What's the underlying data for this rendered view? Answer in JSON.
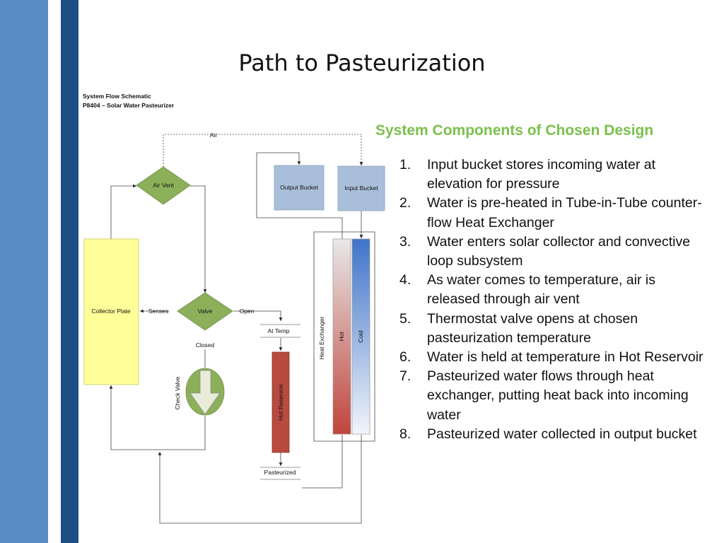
{
  "slide": {
    "title": "Path to Pasteurization",
    "schematic_caption_line1": "System Flow Schematic",
    "schematic_caption_line2": "P8404 – Solar Water Pasteurizer"
  },
  "diagram": {
    "air_label": "Air",
    "air_vent": "Air Vent",
    "valve": "Valve",
    "output_bucket": "Output Bucket",
    "input_bucket": "Input Bucket",
    "collector_plate": "Collector Plate",
    "senses": "Senses",
    "open": "Open",
    "closed": "Closed",
    "at_temp": "At Temp",
    "hot_reservoir": "Hot Reservoir",
    "check_valve": "Check Valve",
    "heat_exchanger": "Heat Exchanger",
    "hot": "Hot",
    "cold": "Cold",
    "pasteurized": "Pasteurized",
    "colors": {
      "collector": "#ffff99",
      "diamond": "#8cb05a",
      "bucket": "#a9bfd9",
      "reservoir": "#b84a3e",
      "hot_tube_top": "#e8e8e8",
      "hot_tube_bottom": "#c0453c",
      "cold_tube_top": "#3f74c9",
      "cold_tube_bottom": "#f2f5fb"
    }
  },
  "components": {
    "heading": "System Components of Chosen Design",
    "steps": [
      {
        "num": "1.",
        "text": "Input bucket stores incoming water at elevation for pressure"
      },
      {
        "num": "2.",
        "text": "Water is pre-heated in Tube-in-Tube counter-flow Heat Exchanger"
      },
      {
        "num": "3.",
        "text": "Water enters solar collector and convective loop subsystem"
      },
      {
        "num": "4.",
        "text": "As water comes to temperature, air is released through air vent"
      },
      {
        "num": "5.",
        "text": "Thermostat valve opens at chosen pasteurization temperature"
      },
      {
        "num": "6.",
        "text": "Water is held at temperature in Hot Reservoir"
      },
      {
        "num": "7.",
        "text": "Pasteurized water flows through heat exchanger, putting heat back into incoming water"
      },
      {
        "num": "8.",
        "text": "Pasteurized water collected in output bucket"
      }
    ]
  }
}
